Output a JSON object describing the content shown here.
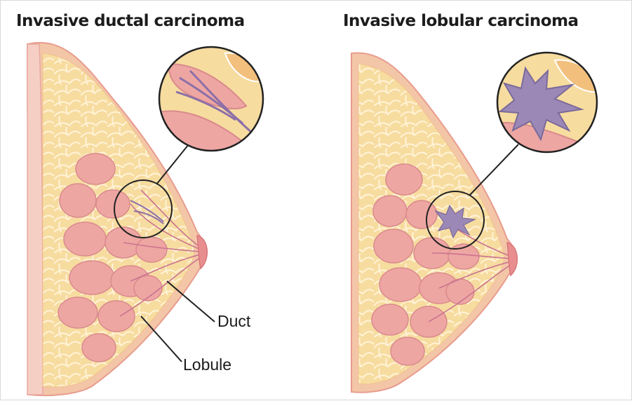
{
  "left_panel": {
    "title": "Invasive ductal carcinoma",
    "labels": {
      "duct": "Duct",
      "lobule": "Lobule"
    }
  },
  "right_panel": {
    "title": "Invasive lobular carcinoma"
  },
  "colors": {
    "skin": "#f3c6a8",
    "skin_edge": "#e89c8e",
    "fat": "#f7dca0",
    "fat_outline": "#ffffff",
    "lobule": "#eea6a3",
    "lobule_dark": "#d98a8c",
    "duct": "#c9738f",
    "tumor": "#9c88b6",
    "tumor_dark": "#7a6a9a",
    "nipple": "#e98e8e"
  }
}
